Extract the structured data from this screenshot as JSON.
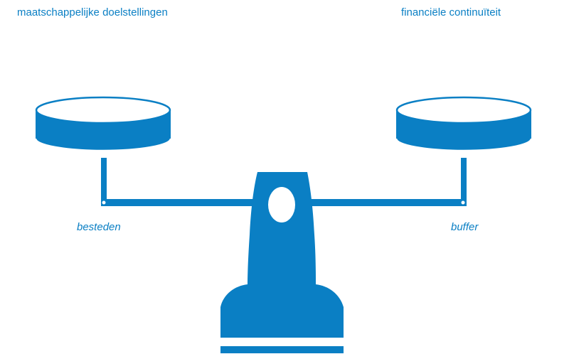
{
  "labels": {
    "left_goal": "maatschappelijke doelstellingen",
    "right_goal": "financiële continuïteit",
    "left_pan": "besteden",
    "right_pan": "buffer"
  },
  "colors": {
    "primary": "#0a7fc4",
    "background": "#ffffff"
  },
  "icons": {
    "illustration": "balance-scale-icon"
  }
}
